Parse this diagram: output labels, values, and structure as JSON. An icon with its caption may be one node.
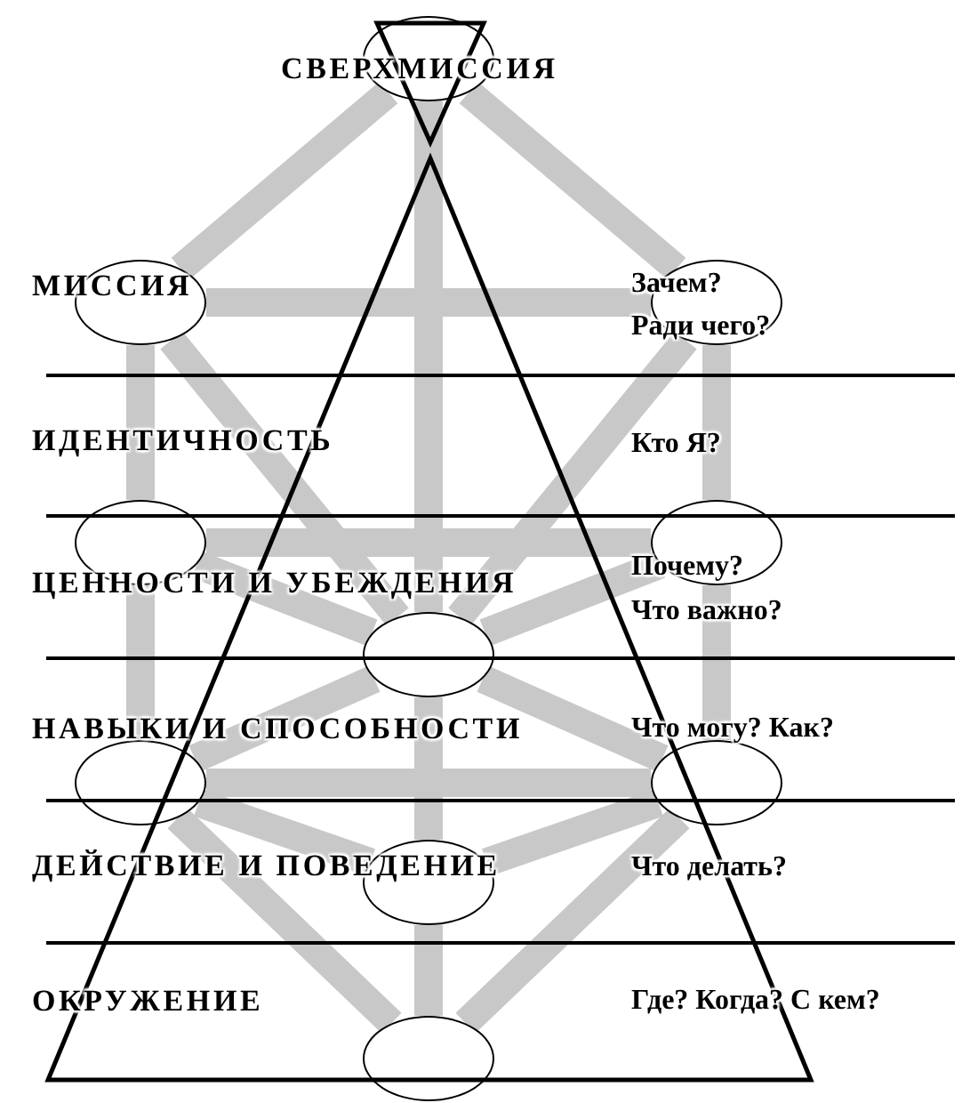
{
  "diagram": {
    "nodes": [
      {
        "text": [],
        "shape": "ellipse"
      },
      {
        "text": [],
        "shape": "ellipse"
      },
      {
        "text": [],
        "shape": "ellipse"
      },
      {
        "text": [],
        "shape": "ellipse"
      },
      {
        "text": [],
        "shape": "ellipse"
      },
      {
        "text": [],
        "shape": "ellipse"
      },
      {
        "text": [],
        "shape": "ellipse"
      },
      {
        "text": [],
        "shape": "ellipse"
      },
      {
        "text": [],
        "shape": "ellipse"
      },
      {
        "text": [],
        "shape": "ellipse"
      }
    ],
    "edges": [
      {
        "from": 0,
        "to": 1,
        "arrow": "none"
      },
      {
        "from": 0,
        "to": 2,
        "arrow": "none"
      },
      {
        "from": 0,
        "to": 5,
        "arrow": "none"
      },
      {
        "from": 1,
        "to": 2,
        "arrow": "none"
      },
      {
        "from": 1,
        "to": 3,
        "arrow": "none"
      },
      {
        "from": 2,
        "to": 4,
        "arrow": "none"
      },
      {
        "from": 1,
        "to": 5,
        "arrow": "none"
      },
      {
        "from": 2,
        "to": 5,
        "arrow": "none"
      },
      {
        "from": 3,
        "to": 4,
        "arrow": "none"
      },
      {
        "from": 3,
        "to": 5,
        "arrow": "none"
      },
      {
        "from": 4,
        "to": 5,
        "arrow": "none"
      },
      {
        "from": 3,
        "to": 6,
        "arrow": "none"
      },
      {
        "from": 4,
        "to": 7,
        "arrow": "none"
      },
      {
        "from": 5,
        "to": 6,
        "arrow": "none"
      },
      {
        "from": 5,
        "to": 7,
        "arrow": "none"
      },
      {
        "from": 5,
        "to": 8,
        "arrow": "none"
      },
      {
        "from": 6,
        "to": 7,
        "arrow": "none"
      },
      {
        "from": 6,
        "to": 8,
        "arrow": "none"
      },
      {
        "from": 7,
        "to": 8,
        "arrow": "none"
      },
      {
        "from": 6,
        "to": 9,
        "arrow": "none"
      },
      {
        "from": 7,
        "to": 9,
        "arrow": "none"
      },
      {
        "from": 8,
        "to": 9,
        "arrow": "none"
      }
    ],
    "labels": [
      "СВЕРХМИССИЯ",
      "МИССИЯ",
      "Зачем?",
      "Ради чего?",
      "ИДЕНТИЧНОСТЬ",
      "Кто Я?",
      "ЦЕННОСТИ И УБЕЖДЕНИЯ",
      "Почему?",
      "Что важно?",
      "НАВЫКИ И СПОСОБНОСТИ",
      "Что могу? Как?",
      "ДЕЙСТВИЕ И ПОВЕДЕНИЕ",
      "Что делать?",
      "ОКРУЖЕНИЕ",
      "Где? Когда? С кем?"
    ]
  }
}
